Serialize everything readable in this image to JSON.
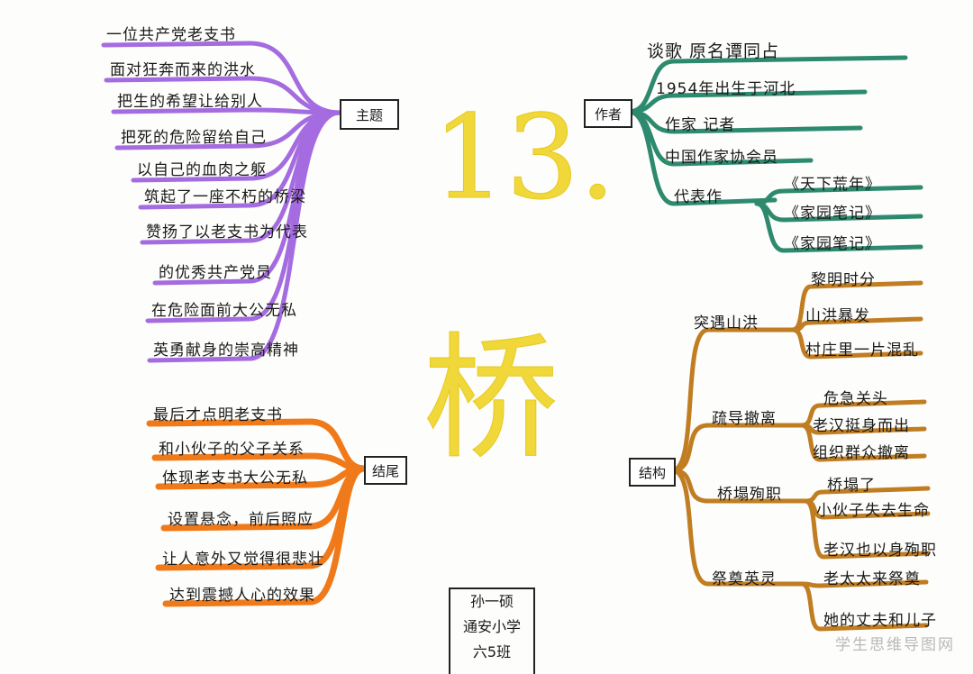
{
  "title": "13.",
  "title_char": "桥",
  "watermark": "学生思维导图网",
  "signature": {
    "name": "孙一硕",
    "school": "通安小学",
    "class": "六5班"
  },
  "colors": {
    "purple": "#a56be0",
    "green": "#2e8a6e",
    "brown": "#c07d22",
    "orange": "#f07a1a",
    "title_yellow": "#f0d83a"
  },
  "theme": {
    "label": "主题",
    "items": [
      "一位共产党老支书",
      "面对狂奔而来的洪水",
      "把生的希望让给别人",
      "把死的危险留给自己",
      "以自己的血肉之躯",
      "筑起了一座不朽的桥梁",
      "赞扬了以老支书为代表",
      "的优秀共产党员",
      "在危险面前大公无私",
      "英勇献身的崇高精神"
    ]
  },
  "author": {
    "label": "作者",
    "items": [
      "谈歌 原名谭同占",
      "1954年出生于河北",
      "作家 记者",
      "中国作家协会员",
      "代表作"
    ],
    "works": [
      "《天下荒年》",
      "《家园笔记》",
      "《家园笔记》"
    ]
  },
  "structure": {
    "label": "结构",
    "sections": [
      {
        "title": "突遇山洪",
        "items": [
          "黎明时分",
          "山洪暴发",
          "村庄里一片混乱"
        ]
      },
      {
        "title": "疏导撤离",
        "items": [
          "危急关头",
          "老汉挺身而出",
          "组织群众撤离"
        ]
      },
      {
        "title": "桥塌殉职",
        "items": [
          "桥塌了",
          "小伙子失去生命",
          "老汉也以身殉职"
        ]
      },
      {
        "title": "祭奠英灵",
        "items": [
          "老太太来祭奠",
          "她的丈夫和儿子"
        ]
      }
    ]
  },
  "ending": {
    "label": "结尾",
    "items": [
      "最后才点明老支书",
      "和小伙子的父子关系",
      "体现老支书大公无私",
      "设置悬念，前后照应",
      "让人意外又觉得很悲壮",
      "达到震撼人心的效果"
    ]
  }
}
